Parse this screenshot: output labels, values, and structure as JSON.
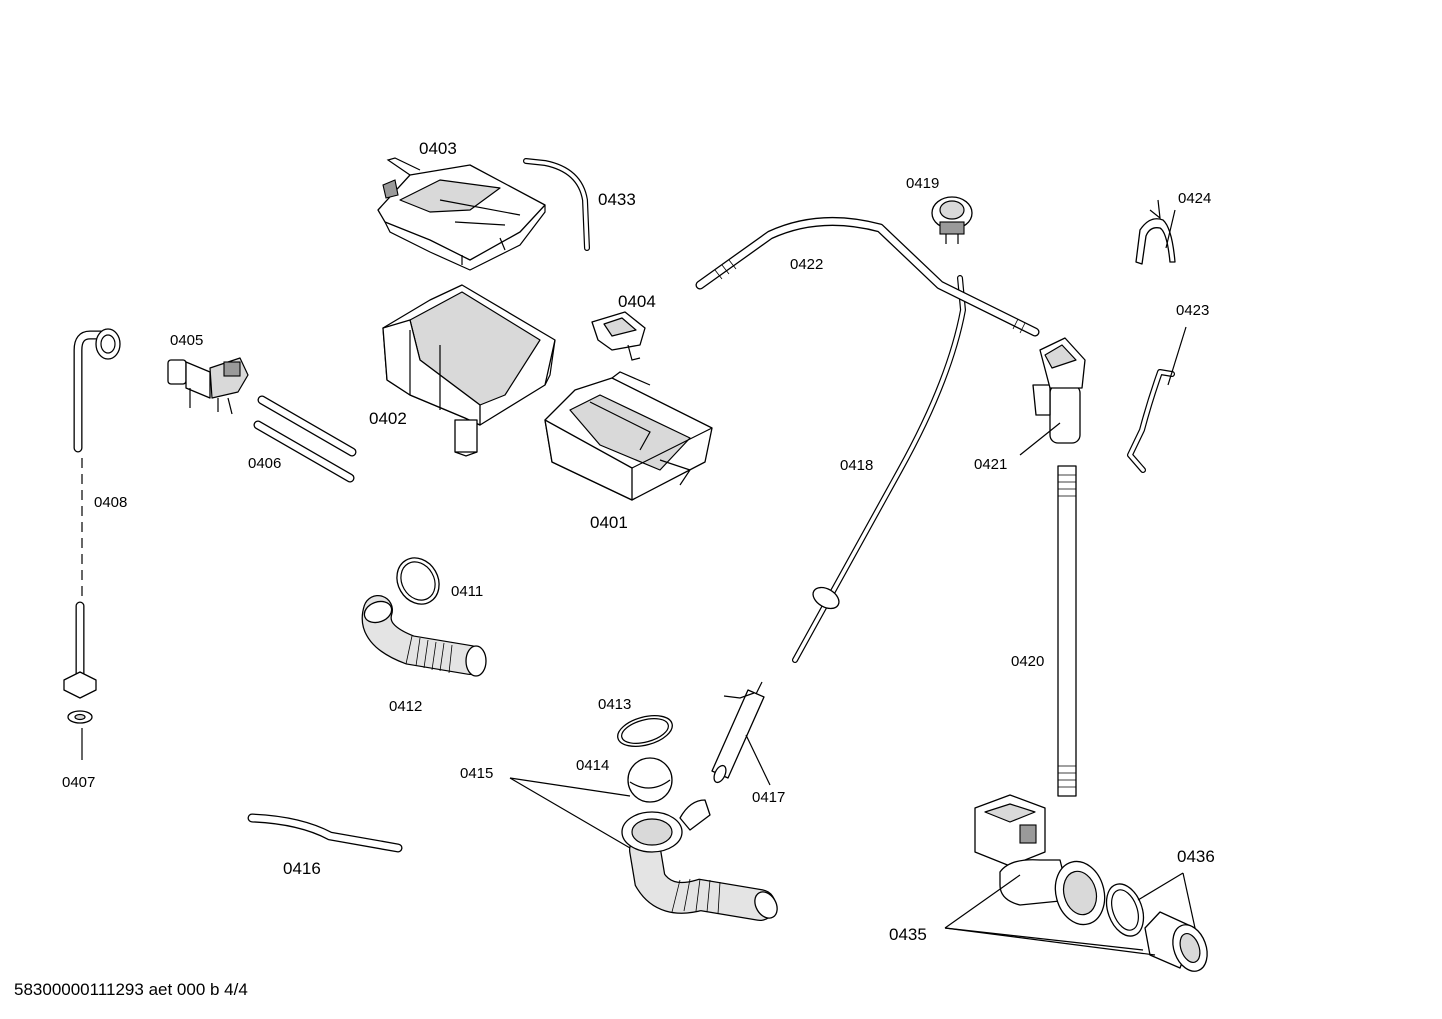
{
  "footer": {
    "text": "58300000111293 aet 000 b 4/4"
  },
  "labels": {
    "p0401": "0401",
    "p0402": "0402",
    "p0403": "0403",
    "p0404": "0404",
    "p0405": "0405",
    "p0406": "0406",
    "p0407": "0407",
    "p0408": "0408",
    "p0411": "0411",
    "p0412": "0412",
    "p0413": "0413",
    "p0414": "0414",
    "p0415": "0415",
    "p0416": "0416",
    "p0417": "0417",
    "p0418": "0418",
    "p0419": "0419",
    "p0420": "0420",
    "p0421": "0421",
    "p0422": "0422",
    "p0423": "0423",
    "p0424": "0424",
    "p0433": "0433",
    "p0435": "0435",
    "p0436": "0436"
  }
}
